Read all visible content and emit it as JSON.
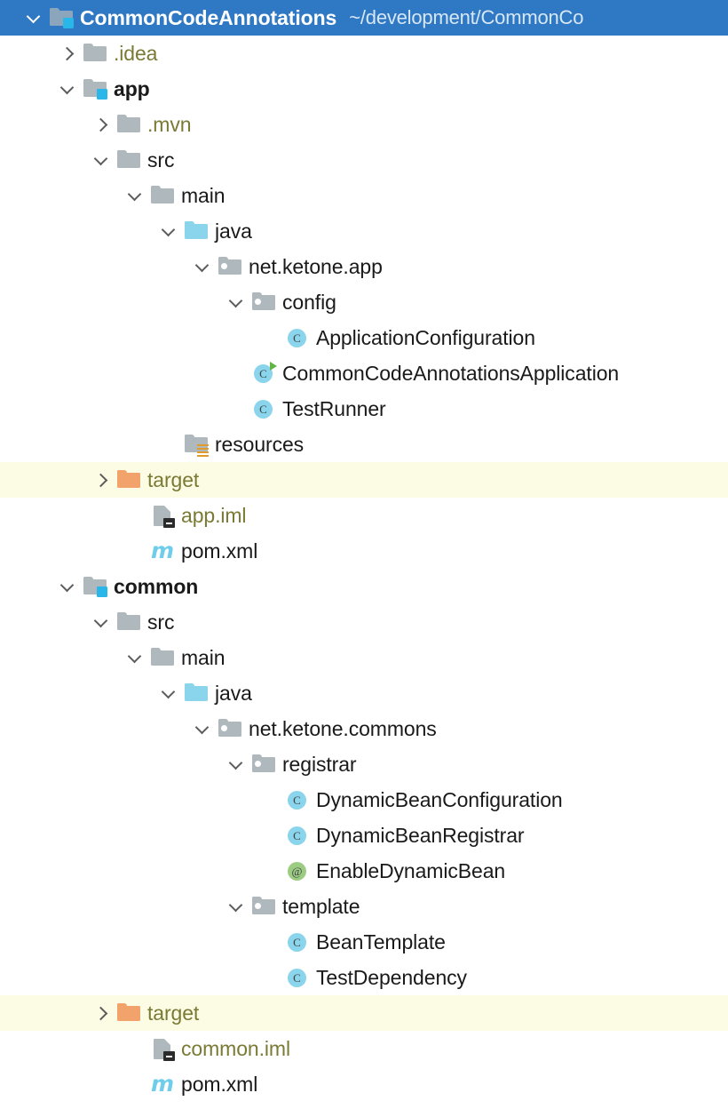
{
  "window": {
    "kind": "project-tool-window",
    "background": "#ffffff",
    "selection_color": "#2F78C4",
    "excluded_row_background": "#FCFBE4",
    "excluded_text_color": "#7A7A35"
  },
  "tree": {
    "rows": [
      {
        "label": "CommonCodeAnnotations",
        "secondary": "~/development/CommonCo",
        "depth": 0,
        "twisty": "open",
        "icon": "project-module-folder-icon",
        "style": "bold",
        "selected": true
      },
      {
        "label": ".idea",
        "secondary": "",
        "depth": 1,
        "twisty": "closed",
        "icon": "folder-icon",
        "style": "excluded",
        "selected": false
      },
      {
        "label": "app",
        "secondary": "",
        "depth": 1,
        "twisty": "open",
        "icon": "module-folder-icon",
        "style": "bold",
        "selected": false
      },
      {
        "label": ".mvn",
        "secondary": "",
        "depth": 2,
        "twisty": "closed",
        "icon": "folder-icon",
        "style": "excluded",
        "selected": false
      },
      {
        "label": "src",
        "secondary": "",
        "depth": 2,
        "twisty": "open",
        "icon": "folder-icon",
        "style": "normal",
        "selected": false
      },
      {
        "label": "main",
        "secondary": "",
        "depth": 3,
        "twisty": "open",
        "icon": "folder-icon",
        "style": "normal",
        "selected": false
      },
      {
        "label": "java",
        "secondary": "",
        "depth": 4,
        "twisty": "open",
        "icon": "source-root-folder-icon",
        "style": "normal",
        "selected": false
      },
      {
        "label": "net.ketone.app",
        "secondary": "",
        "depth": 5,
        "twisty": "open",
        "icon": "package-icon",
        "style": "normal",
        "selected": false
      },
      {
        "label": "config",
        "secondary": "",
        "depth": 6,
        "twisty": "open",
        "icon": "package-icon",
        "style": "normal",
        "selected": false
      },
      {
        "label": "ApplicationConfiguration",
        "secondary": "",
        "depth": 7,
        "twisty": "none",
        "icon": "java-class-icon",
        "style": "normal",
        "selected": false
      },
      {
        "label": "CommonCodeAnnotationsApplication",
        "secondary": "",
        "depth": 6,
        "twisty": "none",
        "icon": "java-class-runnable-icon",
        "style": "normal",
        "selected": false
      },
      {
        "label": "TestRunner",
        "secondary": "",
        "depth": 6,
        "twisty": "none",
        "icon": "java-class-icon",
        "style": "normal",
        "selected": false
      },
      {
        "label": "resources",
        "secondary": "",
        "depth": 4,
        "twisty": "none",
        "icon": "resources-root-folder-icon",
        "style": "normal",
        "selected": false
      },
      {
        "label": "target",
        "secondary": "",
        "depth": 2,
        "twisty": "closed",
        "icon": "excluded-folder-icon",
        "style": "excluded",
        "selected": false,
        "highlighted": true
      },
      {
        "label": "app.iml",
        "secondary": "",
        "depth": 3,
        "twisty": "none",
        "icon": "iml-file-icon",
        "style": "excluded",
        "selected": false
      },
      {
        "label": "pom.xml",
        "secondary": "",
        "depth": 3,
        "twisty": "none",
        "icon": "maven-pom-icon",
        "style": "normal",
        "selected": false
      },
      {
        "label": "common",
        "secondary": "",
        "depth": 1,
        "twisty": "open",
        "icon": "module-folder-icon",
        "style": "bold",
        "selected": false
      },
      {
        "label": "src",
        "secondary": "",
        "depth": 2,
        "twisty": "open",
        "icon": "folder-icon",
        "style": "normal",
        "selected": false
      },
      {
        "label": "main",
        "secondary": "",
        "depth": 3,
        "twisty": "open",
        "icon": "folder-icon",
        "style": "normal",
        "selected": false
      },
      {
        "label": "java",
        "secondary": "",
        "depth": 4,
        "twisty": "open",
        "icon": "source-root-folder-icon",
        "style": "normal",
        "selected": false
      },
      {
        "label": "net.ketone.commons",
        "secondary": "",
        "depth": 5,
        "twisty": "open",
        "icon": "package-icon",
        "style": "normal",
        "selected": false
      },
      {
        "label": "registrar",
        "secondary": "",
        "depth": 6,
        "twisty": "open",
        "icon": "package-icon",
        "style": "normal",
        "selected": false
      },
      {
        "label": "DynamicBeanConfiguration",
        "secondary": "",
        "depth": 7,
        "twisty": "none",
        "icon": "java-class-icon",
        "style": "normal",
        "selected": false
      },
      {
        "label": "DynamicBeanRegistrar",
        "secondary": "",
        "depth": 7,
        "twisty": "none",
        "icon": "java-class-icon",
        "style": "normal",
        "selected": false
      },
      {
        "label": "EnableDynamicBean",
        "secondary": "",
        "depth": 7,
        "twisty": "none",
        "icon": "java-annotation-icon",
        "style": "normal",
        "selected": false
      },
      {
        "label": "template",
        "secondary": "",
        "depth": 6,
        "twisty": "open",
        "icon": "package-icon",
        "style": "normal",
        "selected": false
      },
      {
        "label": "BeanTemplate",
        "secondary": "",
        "depth": 7,
        "twisty": "none",
        "icon": "java-class-icon",
        "style": "normal",
        "selected": false
      },
      {
        "label": "TestDependency",
        "secondary": "",
        "depth": 7,
        "twisty": "none",
        "icon": "java-class-icon",
        "style": "normal",
        "selected": false
      },
      {
        "label": "target",
        "secondary": "",
        "depth": 2,
        "twisty": "closed",
        "icon": "excluded-folder-icon",
        "style": "excluded",
        "selected": false,
        "highlighted": true
      },
      {
        "label": "common.iml",
        "secondary": "",
        "depth": 3,
        "twisty": "none",
        "icon": "iml-file-icon",
        "style": "excluded",
        "selected": false
      },
      {
        "label": "pom.xml",
        "secondary": "",
        "depth": 3,
        "twisty": "none",
        "icon": "maven-pom-icon",
        "style": "normal",
        "selected": false
      }
    ]
  },
  "icon_glyphs": {
    "java-class-icon": "C",
    "java-class-runnable-icon": "C",
    "java-annotation-icon": "@",
    "maven-pom-icon": "m"
  }
}
